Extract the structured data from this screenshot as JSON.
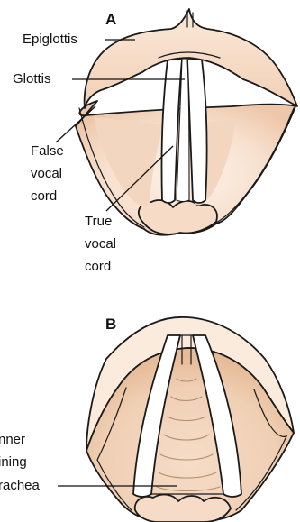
{
  "panels": {
    "a": {
      "letter": "A",
      "labels": {
        "epiglottis": "Epiglottis",
        "glottis": "Glottis",
        "false_cord_1": "False",
        "false_cord_2": "vocal",
        "false_cord_3": "cord",
        "true_cord_1": "True",
        "true_cord_2": "vocal",
        "true_cord_3": "cord"
      }
    },
    "b": {
      "letter": "B",
      "labels": {
        "inner_1": "nner",
        "inner_2": "ining",
        "inner_3": "rachea"
      }
    }
  },
  "colors": {
    "tissue_light": "#fbeee2",
    "tissue_mid": "#f4d9c3",
    "tissue_deep": "#e8bfa0",
    "cord_white": "#ffffff",
    "ink": "#111111"
  }
}
